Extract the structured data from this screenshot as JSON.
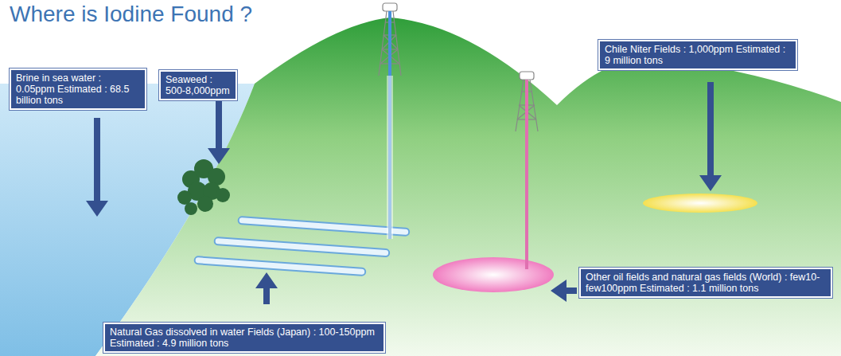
{
  "diagram": {
    "title": "Where is Iodine Found ?",
    "nodes": [
      {
        "text": [
          "Brine in sea water : 0.05ppm Estimated : 68.5 billion tons"
        ]
      },
      {
        "text": [
          "Seaweed : 500-8,000ppm"
        ]
      },
      {
        "text": [
          "Chile Niter Fields : 1,000ppm Estimated : 9 million tons"
        ]
      },
      {
        "text": [
          "Natural Gas dissolved in water Fields (Japan) : 100-150ppm Estimated : 4.9 million tons"
        ]
      },
      {
        "text": [
          "Other oil fields and natural gas fields (World) : few10-few100ppm Estimated : 1.1 million tons"
        ]
      }
    ]
  }
}
